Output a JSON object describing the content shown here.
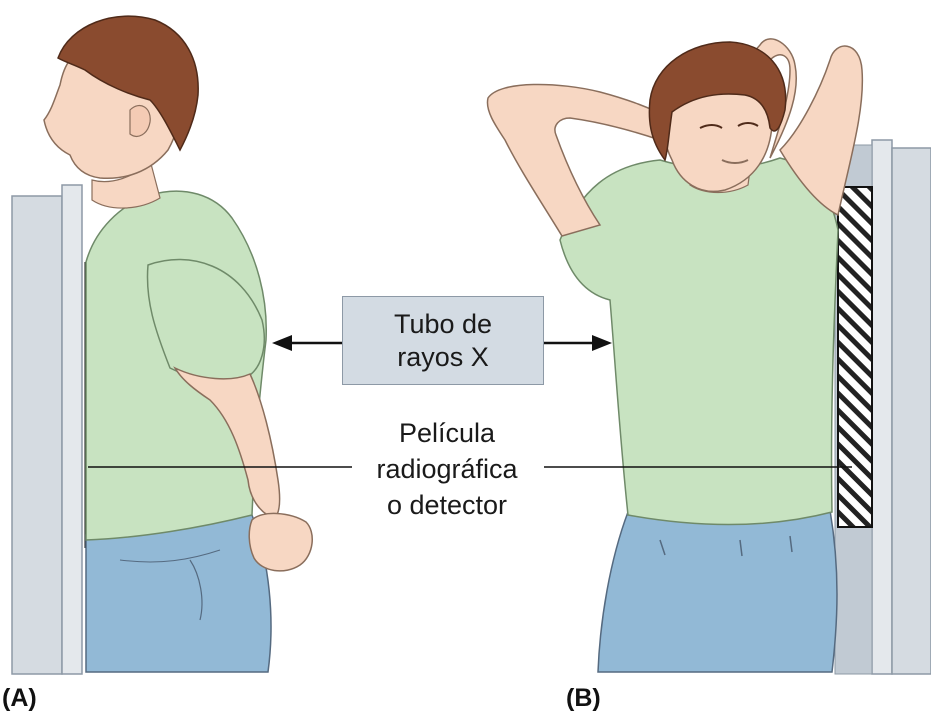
{
  "xray_tube": {
    "line1": "Tubo de",
    "line2": "rayos X"
  },
  "detector": {
    "line1": "Película",
    "line2": "radiográfica",
    "line3": "o detector"
  },
  "panels": {
    "a": "(A)",
    "b": "(B)"
  },
  "colors": {
    "shirt": "#c8e3c1",
    "skin": "#f7d7c3",
    "hair": "#8a4b2f",
    "jeans": "#92b9d6",
    "stand": "#d5dbe1",
    "tube_box": "#d3dbe3"
  }
}
